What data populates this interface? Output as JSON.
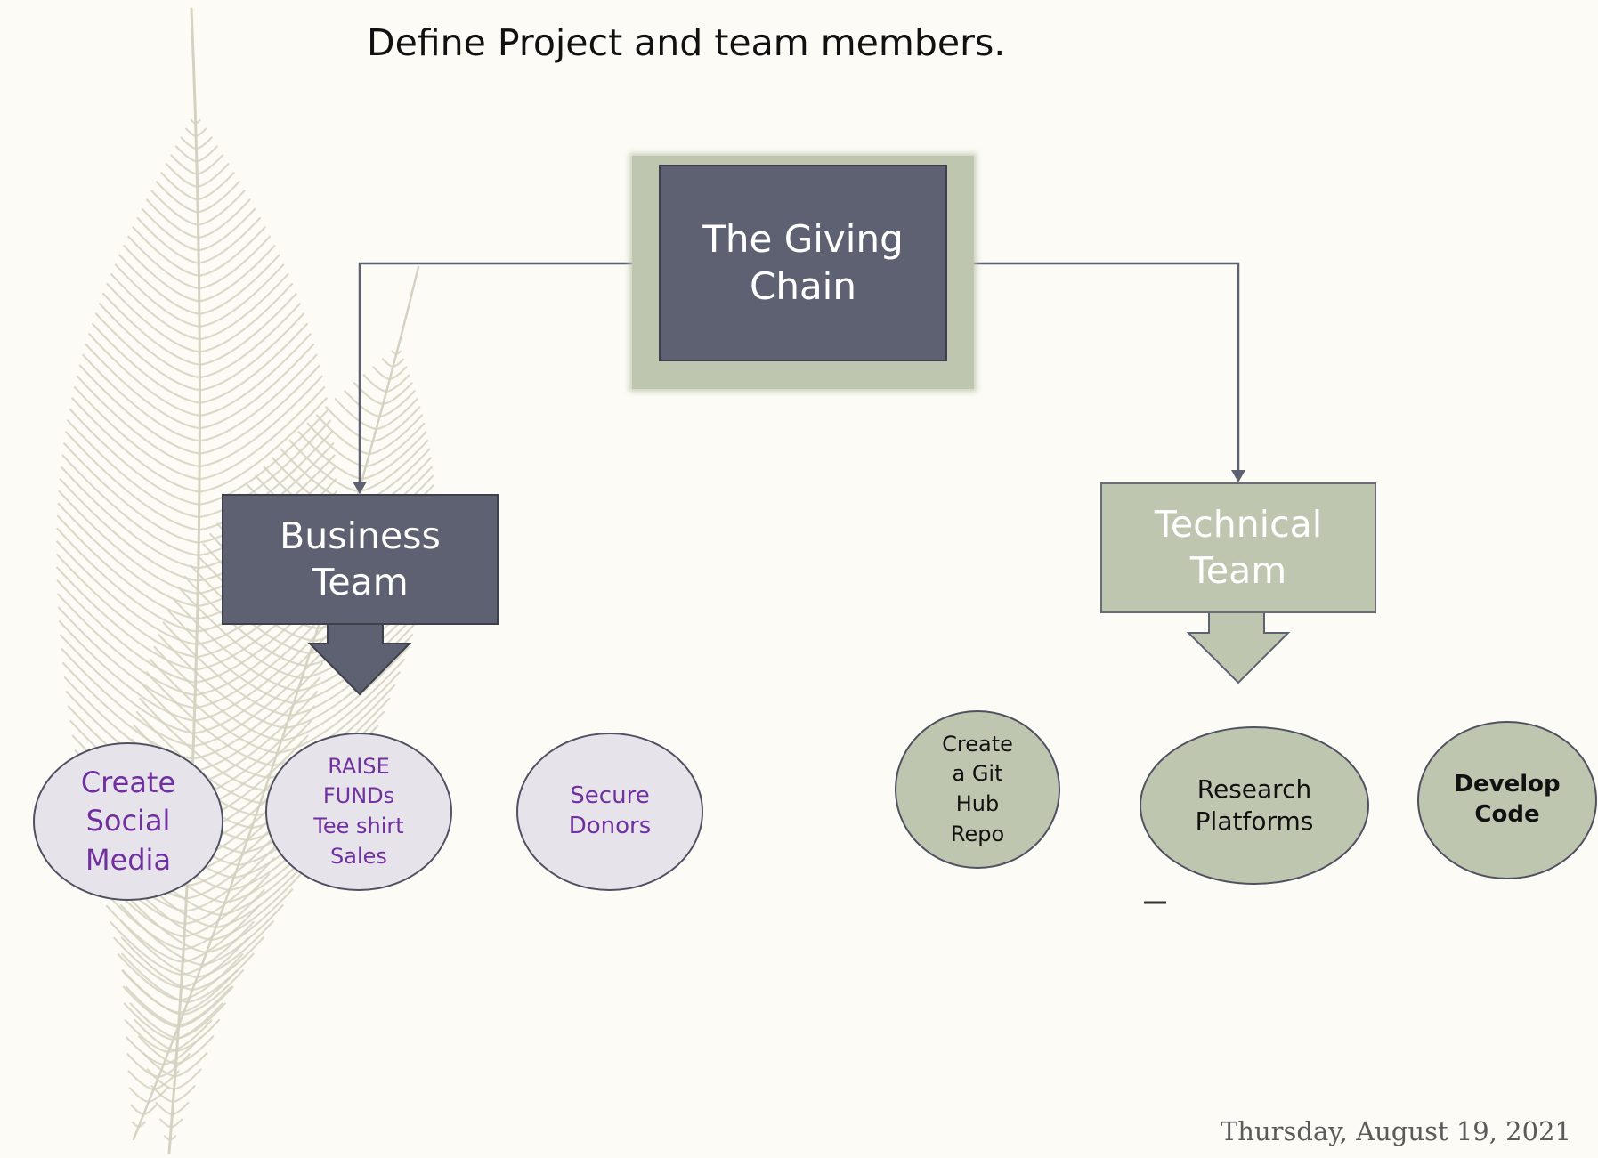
{
  "slide": {
    "title": "Define Project and team members.",
    "date": "Thursday, August 19, 2021"
  },
  "diagram": {
    "root": {
      "label": "The Giving Chain"
    },
    "branches": [
      {
        "label": "Business Team",
        "children": [
          "Create Social Media",
          "RAISE FUNDs Tee shirt Sales",
          "Secure Donors"
        ]
      },
      {
        "label": "Technical Team",
        "children": [
          "Create a Git Hub Repo",
          "Research Platforms",
          "Develop Code"
        ]
      }
    ]
  },
  "colors": {
    "background": "#FCFBF5",
    "dark_box": "#5E6171",
    "sage_box": "#BEC6B0",
    "business_oval_fill": "#E6E4EA",
    "business_text": "#7030A0",
    "connector": "#5E6171",
    "feather": "#D6D2C2"
  }
}
